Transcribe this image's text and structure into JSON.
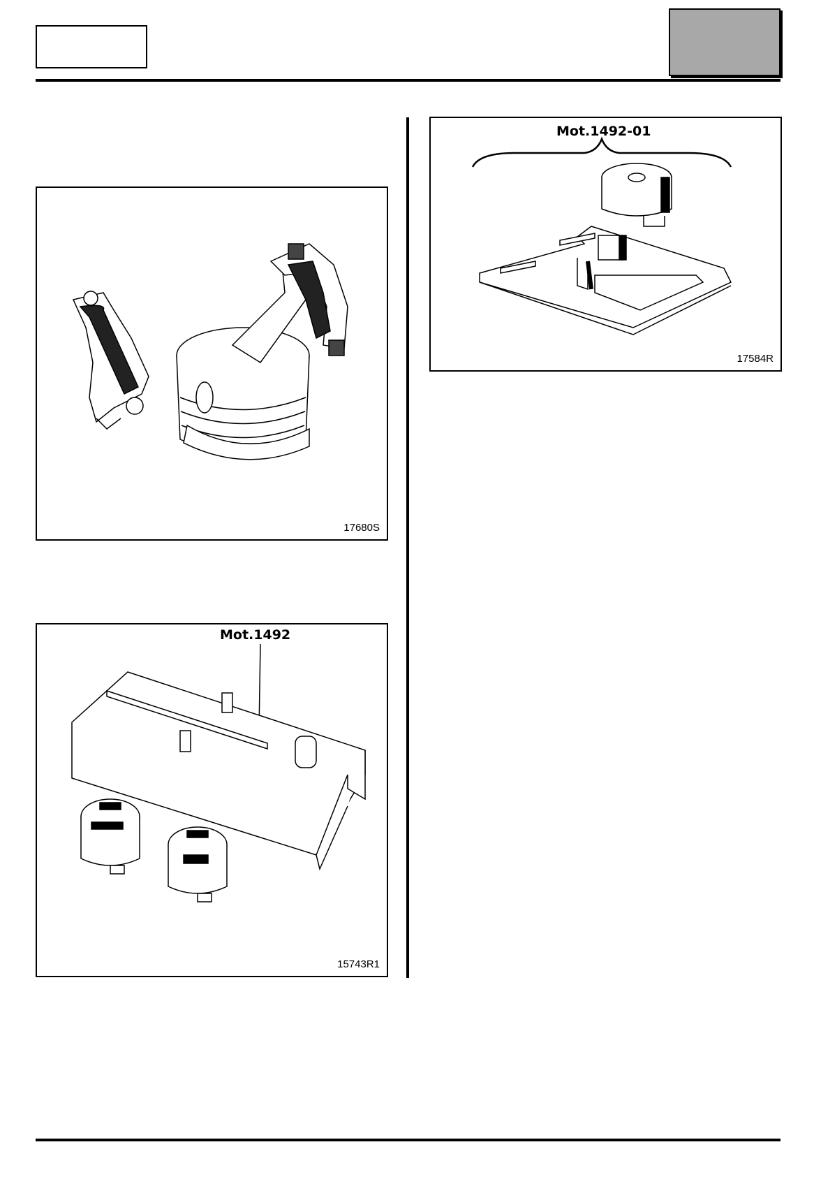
{
  "header": {
    "reference_box": "",
    "chapter_box": ""
  },
  "figures": [
    {
      "ref": "17680S",
      "tool_label": ""
    },
    {
      "ref": "15743R1",
      "tool_label": "Mot.1492"
    },
    {
      "ref": "17584R",
      "tool_label": "Mot.1492-01"
    }
  ],
  "colors": {
    "chapter_box": "#a8a8a8",
    "rule": "#000000"
  }
}
